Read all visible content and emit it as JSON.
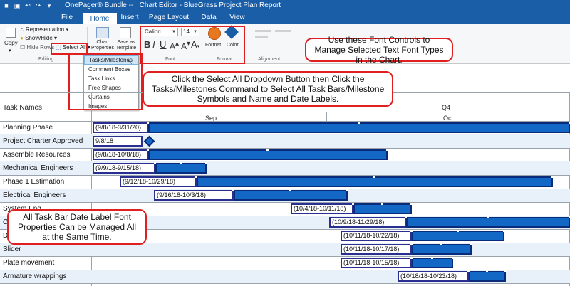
{
  "title_bar": {
    "app": "OnePager® Bundle --",
    "title": "Chart Editor - BlueGrass Project Plan Report"
  },
  "tabs": [
    "File",
    "Home",
    "Insert",
    "Page Layout",
    "Data",
    "View"
  ],
  "ribbon": {
    "copy": "Copy",
    "representation": "Representation",
    "show_hide": "Show/Hide",
    "hide_rows": "Hide Rows",
    "select_all": "Select All",
    "chart_properties": "Chart Properties",
    "save_as_template": "Save as Template",
    "font_name": "Calibri",
    "font_size": "14",
    "format": "Format...",
    "color": "Color",
    "groups": {
      "editing": "Editing",
      "font": "Font",
      "format": "Format",
      "alignment": "Alignment"
    }
  },
  "dropdown": [
    "Tasks/Milestones",
    "Comment Boxes",
    "Task Links",
    "Free Shapes",
    "Curtains",
    "Images"
  ],
  "callouts": {
    "font_controls": "Use these Font Controls to Manage Selected Text Font Types in the Chart.",
    "select_all": "Click the Select All Dropdown Button then Click the Tasks/Milestones Command to Select All Task Bars/Milestone Symbols and Name and Date Labels.",
    "date_labels": "All Task Bar Date Label Font Properties Can be Managed All at the Same Time."
  },
  "chart": {
    "column_header": "Task Names",
    "quarter": "Q4",
    "months": [
      "Sep",
      "Oct"
    ],
    "rows": [
      {
        "name": "Planning Phase",
        "label": "(9/8/18-3/31/20)"
      },
      {
        "name": "Project Charter Approved",
        "label": "9/8/18"
      },
      {
        "name": "Assemble Resources",
        "label": "(9/8/18-10/8/18)"
      },
      {
        "name": "Mechanical Engineers",
        "label": "(9/9/18-9/15/18)"
      },
      {
        "name": "Phase 1 Estimation",
        "label": "(9/12/18-10/29/18)"
      },
      {
        "name": "Electrical Engineers",
        "label": "(9/16/18-10/3/18)"
      },
      {
        "name": "System Eng",
        "label": "(10/4/18-10/11/18)"
      },
      {
        "name": "Cost",
        "label": "(10/9/18-11/29/18)"
      },
      {
        "name": "Design",
        "label": "(10/11/18-10/22/18)"
      },
      {
        "name": "Slider",
        "label": "(10/11/18-10/17/18)"
      },
      {
        "name": "Plate movement",
        "label": "(10/11/18-10/15/18)"
      },
      {
        "name": "Armature wrappings",
        "label": "(10/18/18-10/23/18)"
      }
    ]
  },
  "colors": {
    "accent": "#1a5ea8",
    "bar": "#1268c4",
    "callout_border": "#e02020",
    "alt_row": "#e8f1fa"
  }
}
